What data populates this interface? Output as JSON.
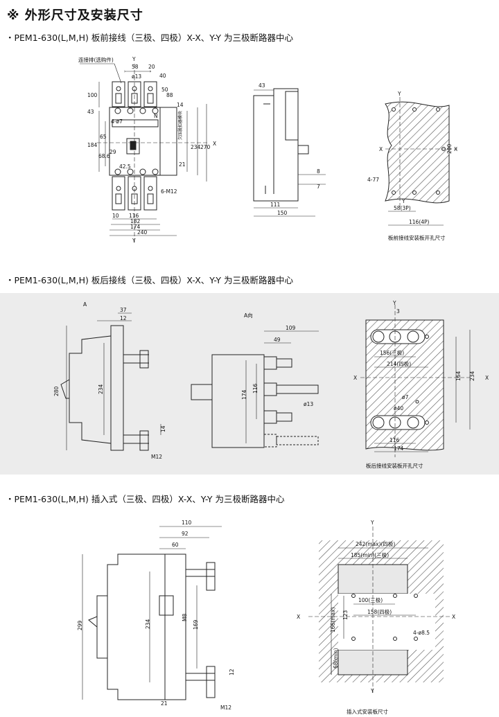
{
  "title": "※ 外形尺寸及安装尺寸",
  "sections": [
    {
      "heading": "・PEM1-630(L,M,H) 板前接线（三极、四极）X-X、Y-Y 为三极断路器中心"
    },
    {
      "heading": "・PEM1-630(L,M,H) 板后接线（三极、四极）X-X、Y-Y 为三极断路器中心"
    },
    {
      "heading": "・PEM1-630(L,M,H) 插入式（三极、四极）X-X、Y-Y 为三极断路器中心"
    }
  ],
  "s1": {
    "front": {
      "connector_note": "连接排(选购件)",
      "d58": "58",
      "d13": "ø13",
      "d20": "20",
      "d40": "40",
      "d100": "100",
      "d50": "50",
      "d88": "88",
      "d43": "43",
      "d4_7": "4-ø7",
      "d14": "14",
      "d184": "184",
      "d65": "65",
      "d68_5": "68.6",
      "d29": "29",
      "d42_5": "42.5",
      "d234": "234",
      "d270": "270",
      "d21": "21",
      "dM12": "6-M12",
      "d10": "10",
      "d116": "116",
      "d182": "182",
      "d174": "174",
      "d240": "240",
      "ax_y": "Y",
      "ax_x": "X",
      "ax_n": "N",
      "side_note": "欠压脱扣器模块"
    },
    "side": {
      "d43": "43",
      "d8": "8",
      "d7": "7",
      "d111": "111",
      "d150": "150"
    },
    "panel": {
      "ax_x": "X",
      "ax_y": "Y",
      "d4_77": "4-77",
      "d58": "58(3P)",
      "d116": "116(4P)",
      "d200": "200",
      "caption": "板前接线安装板开孔尺寸"
    }
  },
  "s2": {
    "side": {
      "a": "A",
      "d37": "37",
      "d12": "12",
      "d280": "280",
      "d234": "234",
      "d14": "14",
      "dM12": "M12"
    },
    "front": {
      "caption": "A向",
      "d109": "109",
      "d49": "49",
      "d174": "174",
      "d116": "116",
      "d13": "ø13"
    },
    "panel": {
      "ax_x": "X",
      "ax_y": "Y",
      "d3": "3",
      "d156": "156(三极)",
      "d214": "214(四极)",
      "d7": "ø7",
      "d40": "ø40",
      "d164": "164",
      "d234": "234",
      "d116": "116",
      "d174": "174",
      "caption": "板后接线安装板开孔尺寸"
    }
  },
  "s3": {
    "side": {
      "d110": "110",
      "d92": "92",
      "d60": "60",
      "d299": "299",
      "d234": "234",
      "d169": "169",
      "dM8": "M8",
      "d12": "12",
      "d21": "21",
      "dM12": "M12"
    },
    "panel": {
      "ax_x": "X",
      "ax_y": "Y",
      "d242": "242(max)(四极)",
      "d185": "185(min)(三极)",
      "d100": "100(三极)",
      "d158": "158(四极)",
      "d166": "166(max)",
      "d123": "123",
      "d68": "68(min)",
      "d4_85": "4-ø8.5",
      "caption": "插入式安装板尺寸"
    }
  }
}
